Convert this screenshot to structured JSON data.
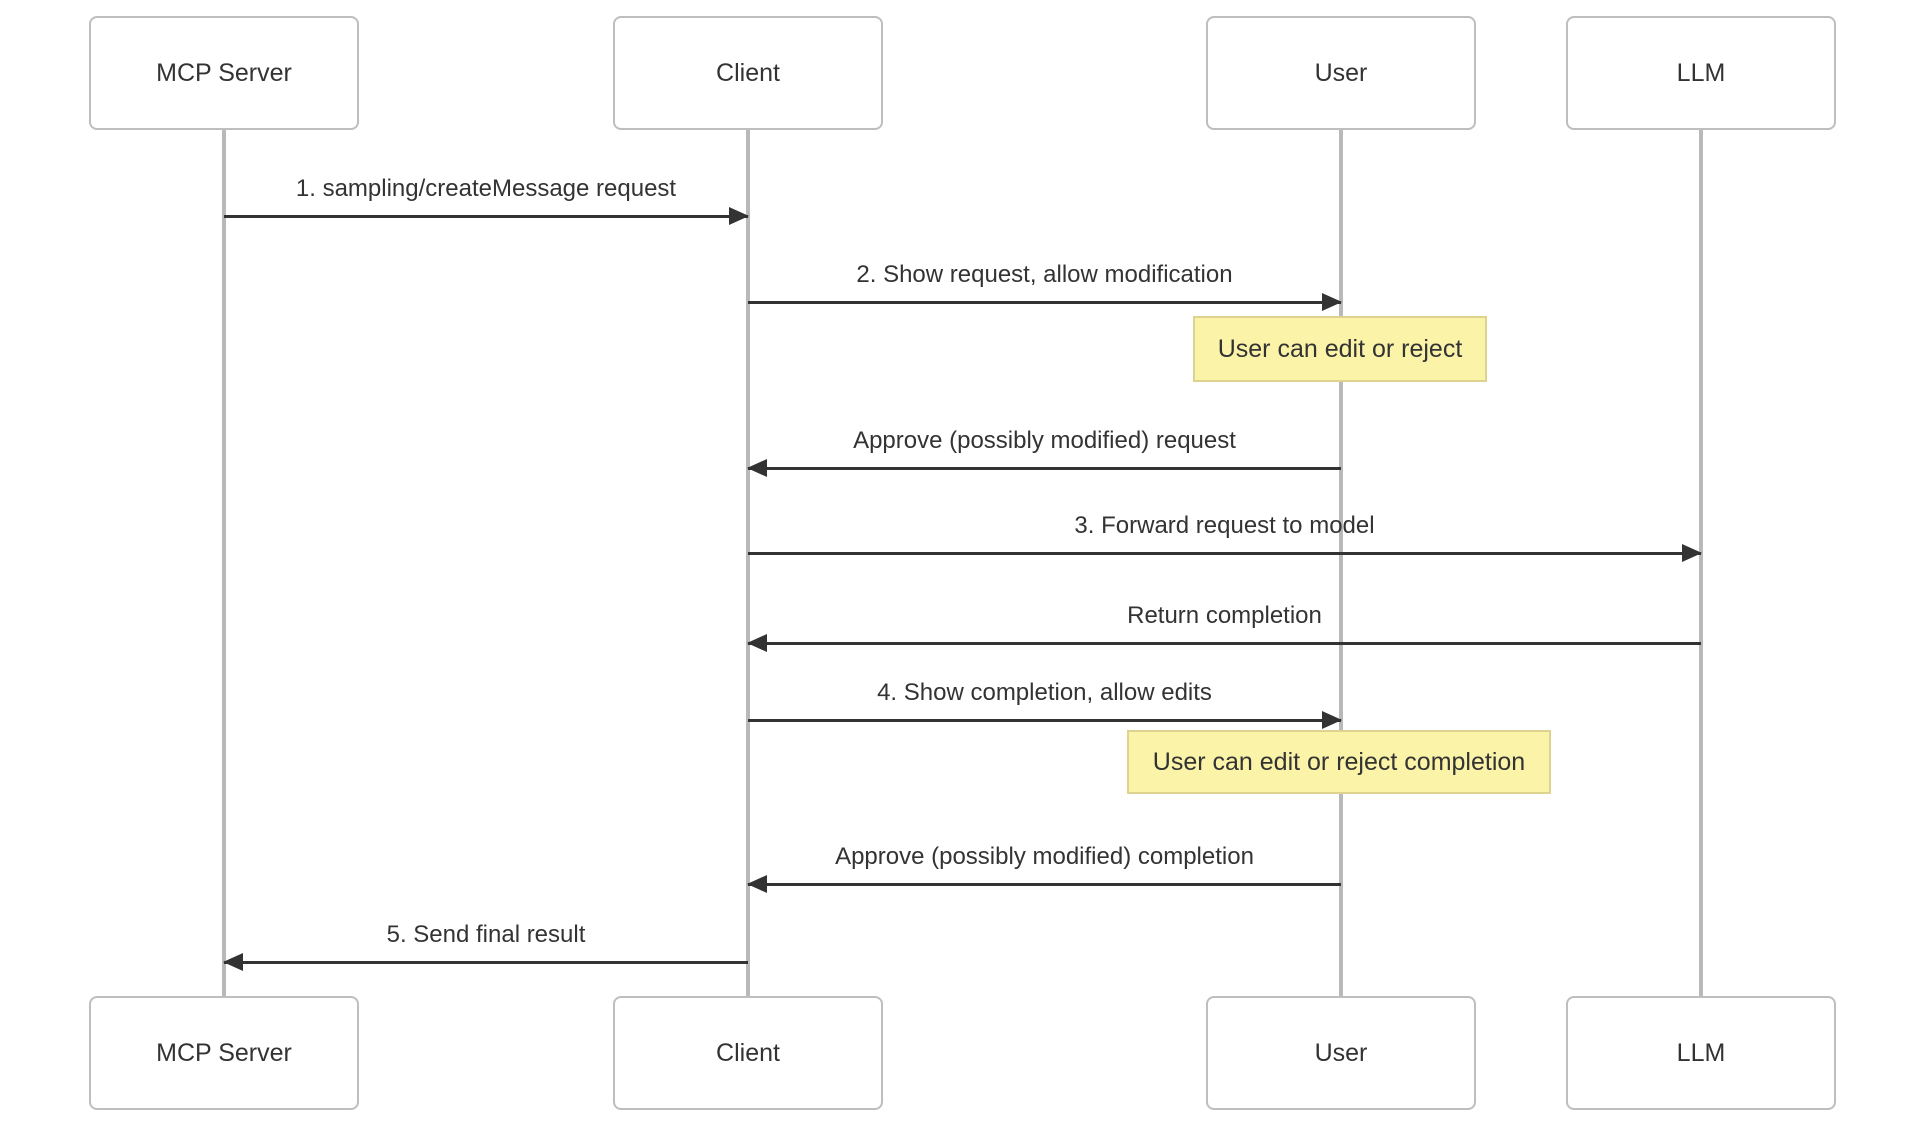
{
  "diagram": {
    "type": "sequence-diagram",
    "actors": [
      {
        "name": "MCP Server"
      },
      {
        "name": "Client"
      },
      {
        "name": "User"
      },
      {
        "name": "LLM"
      }
    ],
    "messages": [
      {
        "from": "MCP Server",
        "to": "Client",
        "direction": "right",
        "label": "1. sampling/createMessage request"
      },
      {
        "from": "Client",
        "to": "User",
        "direction": "right",
        "label": "2. Show request, allow modification"
      },
      {
        "from": "User",
        "to": "Client",
        "direction": "left",
        "label": "Approve (possibly modified) request"
      },
      {
        "from": "Client",
        "to": "LLM",
        "direction": "right",
        "label": "3. Forward request to model"
      },
      {
        "from": "LLM",
        "to": "Client",
        "direction": "left",
        "label": "Return completion"
      },
      {
        "from": "Client",
        "to": "User",
        "direction": "right",
        "label": "4. Show completion, allow edits"
      },
      {
        "from": "User",
        "to": "Client",
        "direction": "left",
        "label": "Approve (possibly modified) completion"
      },
      {
        "from": "Client",
        "to": "MCP Server",
        "direction": "left",
        "label": "5. Send final result"
      }
    ],
    "notes": [
      {
        "over": "User",
        "label": "User can edit or reject"
      },
      {
        "over": "User",
        "label": "User can edit or reject completion"
      }
    ],
    "colors": {
      "background": "#ffffff",
      "text": "#333333",
      "arrow": "#333333",
      "lifeline": "#b9b9b9",
      "actor_border": "#bebebe",
      "actor_fill": "#ffffff",
      "note_fill": "#faf3a8",
      "note_border": "#ddd38e"
    }
  }
}
